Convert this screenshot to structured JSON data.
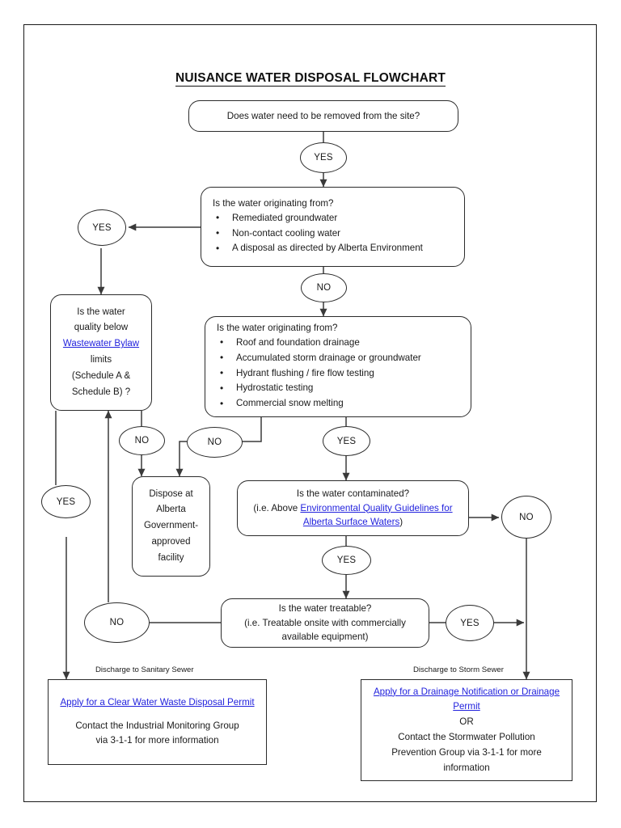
{
  "document": {
    "title": "NUISANCE WATER DISPOSAL FLOWCHART",
    "type": "flowchart"
  },
  "nodes": {
    "start": {
      "text": "Does water need to be removed from the site?"
    },
    "origin_q1": {
      "question": "Is the water originating from?",
      "bullets": [
        "Remediated groundwater",
        "Non-contact cooling water",
        "A disposal as directed by Alberta Environment"
      ]
    },
    "origin_q2": {
      "question": "Is the water originating from?",
      "bullets": [
        "Roof and foundation drainage",
        "Accumulated storm drainage or groundwater",
        "Hydrant flushing / fire flow testing",
        "Hydrostatic testing",
        "Commercial snow melting"
      ]
    },
    "quality_q": {
      "line1": "Is the water",
      "line2": "quality below",
      "link": "Wastewater Bylaw",
      "link_tail": " limits",
      "line4": "(Schedule A &",
      "line5": "Schedule B) ?"
    },
    "dispose": {
      "lines": [
        "Dispose at",
        "Alberta",
        "Government-",
        "approved",
        "facility"
      ]
    },
    "contaminated_q": {
      "line1": "Is the water contaminated?",
      "prefix": "(i.e. Above ",
      "link": "Environmental Quality Guidelines for Alberta Surface Waters",
      "suffix": ")"
    },
    "treatable_q": {
      "line1": "Is the water treatable?",
      "line2": "(i.e. Treatable onsite with commercially",
      "line3": "available equipment)"
    },
    "sanitary_terminal": {
      "link": "Apply for a Clear Water Waste Disposal Permit",
      "body_line1": "Contact the Industrial Monitoring Group",
      "body_line2": "via 3-1-1 for more information"
    },
    "storm_terminal": {
      "link": "Apply for a Drainage Notification or Drainage Permit",
      "or": "OR",
      "body_line1": "Contact the Stormwater Pollution",
      "body_line2": "Prevention Group via 3-1-1 for more",
      "body_line3": "information"
    }
  },
  "edge_labels": {
    "start_yes": "YES",
    "origin1_yes": "YES",
    "origin1_no": "NO",
    "quality_no": "NO",
    "origin2_no": "NO",
    "origin2_yes": "YES",
    "quality_yes": "YES",
    "contaminated_yes": "YES",
    "contaminated_no": "NO",
    "treatable_no": "NO",
    "treatable_yes": "YES"
  },
  "annotations": {
    "sanitary_sewer": "Discharge to Sanitary Sewer",
    "storm_sewer": "Discharge to Storm Sewer"
  },
  "colors": {
    "link": "#2222dd",
    "stroke": "#2b2b2b",
    "text": "#1a1a1a",
    "background": "#ffffff"
  }
}
